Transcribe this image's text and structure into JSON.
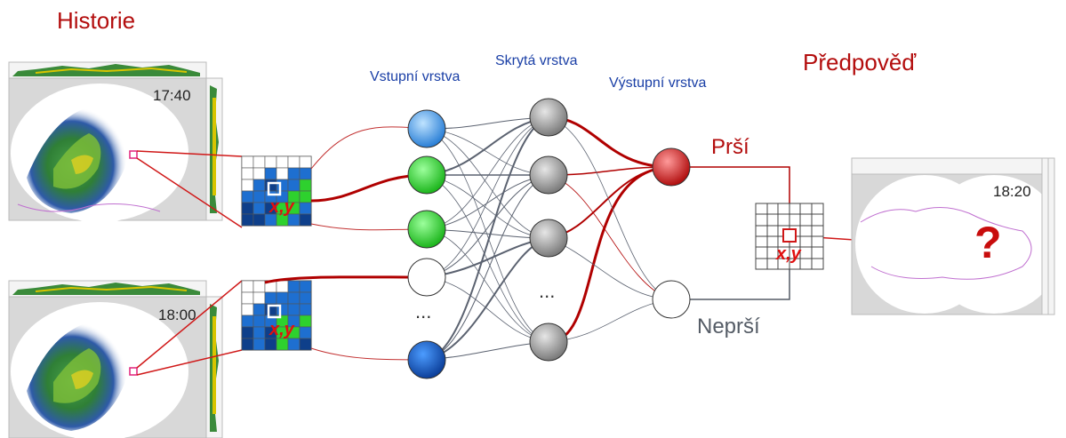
{
  "labels": {
    "history": "Historie",
    "forecast": "Předpověď",
    "input_layer": "Vstupní vrstva",
    "hidden_layer": "Skrytá vrstva",
    "output_layer": "Výstupní vrstva",
    "rain": "Prší",
    "no_rain": "Neprší",
    "ellipsis_input": "...",
    "ellipsis_hidden": "...",
    "cell_marker": "x,y",
    "unknown_marker": "?"
  },
  "radar_images": [
    {
      "time": "17:40"
    },
    {
      "time": "18:00"
    },
    {
      "time": "18:20"
    }
  ],
  "colors": {
    "accent_red": "#b30d0d",
    "layer_blue": "#1a3fa6",
    "neuron_green": "#2ed12e",
    "neuron_blue": "#1f6fd6",
    "neuron_gray": "#8c8c8c",
    "neuron_red": "#d01818"
  }
}
